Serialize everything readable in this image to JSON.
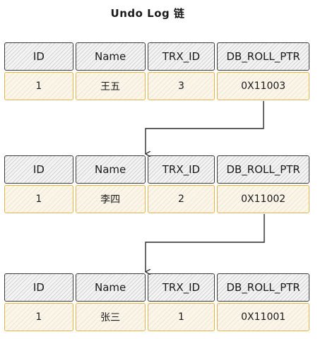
{
  "title": "Undo Log 链",
  "columns": [
    "ID",
    "Name",
    "TRX_ID",
    "DB_ROLL_PTR"
  ],
  "records": [
    {
      "id": "1",
      "name": "王五",
      "trx_id": "3",
      "roll_ptr": "0X11003"
    },
    {
      "id": "1",
      "name": "李四",
      "trx_id": "2",
      "roll_ptr": "0X11002"
    },
    {
      "id": "1",
      "name": "张三",
      "trx_id": "1",
      "roll_ptr": "0X11001"
    }
  ],
  "colors": {
    "header_border": "#3a3a3a",
    "header_fill": "#f4f4f4",
    "value_border": "#e0b64a",
    "value_fill": "#fbf5ea",
    "arrow": "#2a2a2a"
  }
}
